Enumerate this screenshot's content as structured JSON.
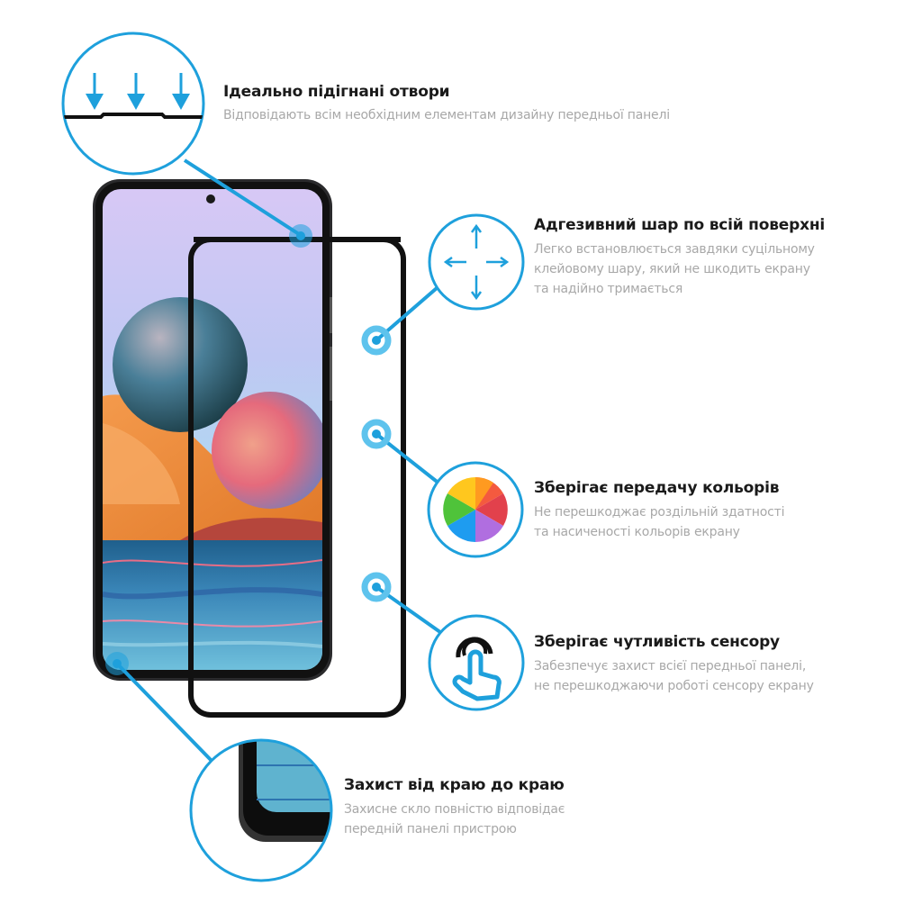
{
  "accent_color": "#1ea0dc",
  "features": [
    {
      "id": "holes",
      "icon": "arrows-down-icon",
      "title": "Ідеально підігнані отвори",
      "desc": [
        "Відповідають всім необхідним елементам дизайну передньої панелі"
      ]
    },
    {
      "id": "adhesive",
      "icon": "arrows-expand-icon",
      "title": "Адгезивний шар по всій поверхні",
      "desc": [
        "Легко встановлюється завдяки суцільному",
        "клейовому шару, який не шкодить екрану",
        "та надійно тримається"
      ]
    },
    {
      "id": "colors",
      "icon": "color-wheel-icon",
      "title": "Зберігає передачу кольорів",
      "desc": [
        "Не перешкоджає роздільній здатності",
        "та насиченості кольорів екрану"
      ]
    },
    {
      "id": "touch",
      "icon": "touch-finger-icon",
      "title": "Зберігає чутливість сенсору",
      "desc": [
        "Забезпечує захист всієї передньої панелі,",
        "не перешкоджаючи роботі сенсору екрану"
      ]
    },
    {
      "id": "edge",
      "icon": "edge-corner-icon",
      "title": "Захист від краю до краю",
      "desc": [
        "Захисне скло повністю відповідає",
        "передній панелі пристрою"
      ]
    }
  ]
}
